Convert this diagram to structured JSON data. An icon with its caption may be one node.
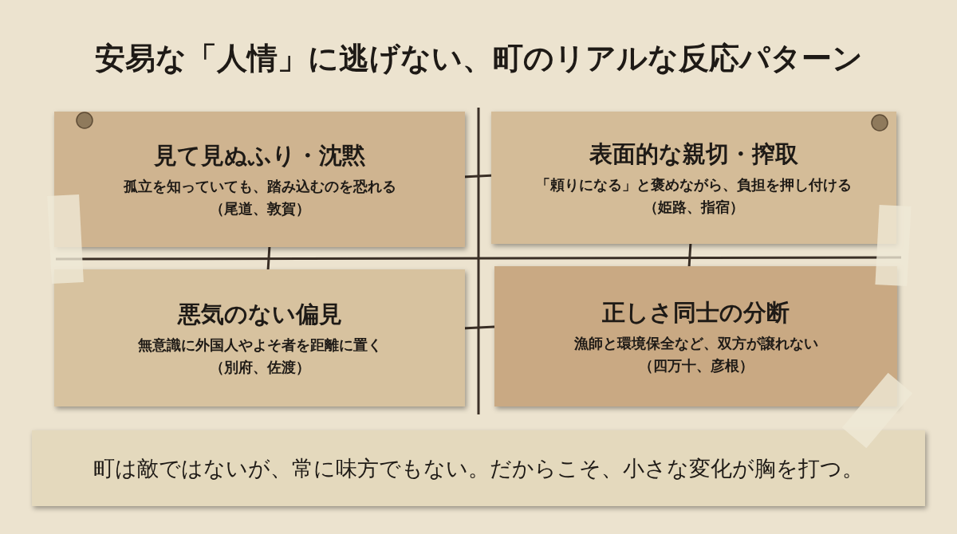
{
  "diagram": {
    "title": "安易な「人情」に逃げない、町のリアルな反応パターン",
    "nodes": [
      {
        "text": [
          "見て見ぬふり・沈黙",
          "孤立を知っていても、踏み込むのを恐れる",
          "（尾道、敦賀）"
        ]
      },
      {
        "text": [
          "表面的な親切・搾取",
          "「頼りになる」と褒めながら、負担を押し付ける",
          "（姫路、指宿）"
        ]
      },
      {
        "text": [
          "悪気のない偏見",
          "無意識に外国人やよそ者を距離に置く",
          "（別府、佐渡）"
        ]
      },
      {
        "text": [
          "正しさ同士の分断",
          "漁師と環境保全など、双方が譲れない",
          "（四万十、彦根）"
        ]
      },
      {
        "text": [
          "町は敵ではないが、常に味方でもない。だからこそ、小さな変化が胸を打つ。"
        ]
      }
    ]
  }
}
